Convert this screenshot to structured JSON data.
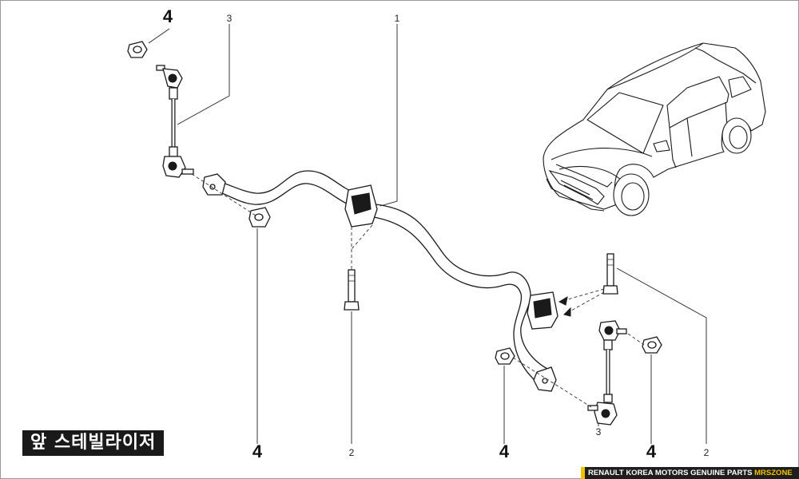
{
  "title": "앞 스테빌라이저",
  "footer": {
    "text": "RENAULT KOREA MOTORS GENUINE PARTS ",
    "brand": "MRSZONE"
  },
  "callouts": {
    "stabilizer_bar": "1",
    "bolt_center": "2",
    "bolt_right": "2",
    "link_left": "3",
    "link_right": "3",
    "nut_top_left": "4",
    "nut_left": "4",
    "nut_right_lower": "4",
    "nut_right": "4"
  },
  "colors": {
    "line": "#1a1a1a",
    "title_bg": "#1a1a1a",
    "footer_bg": "#1e1e1e",
    "footer_accent": "#f2c200"
  }
}
